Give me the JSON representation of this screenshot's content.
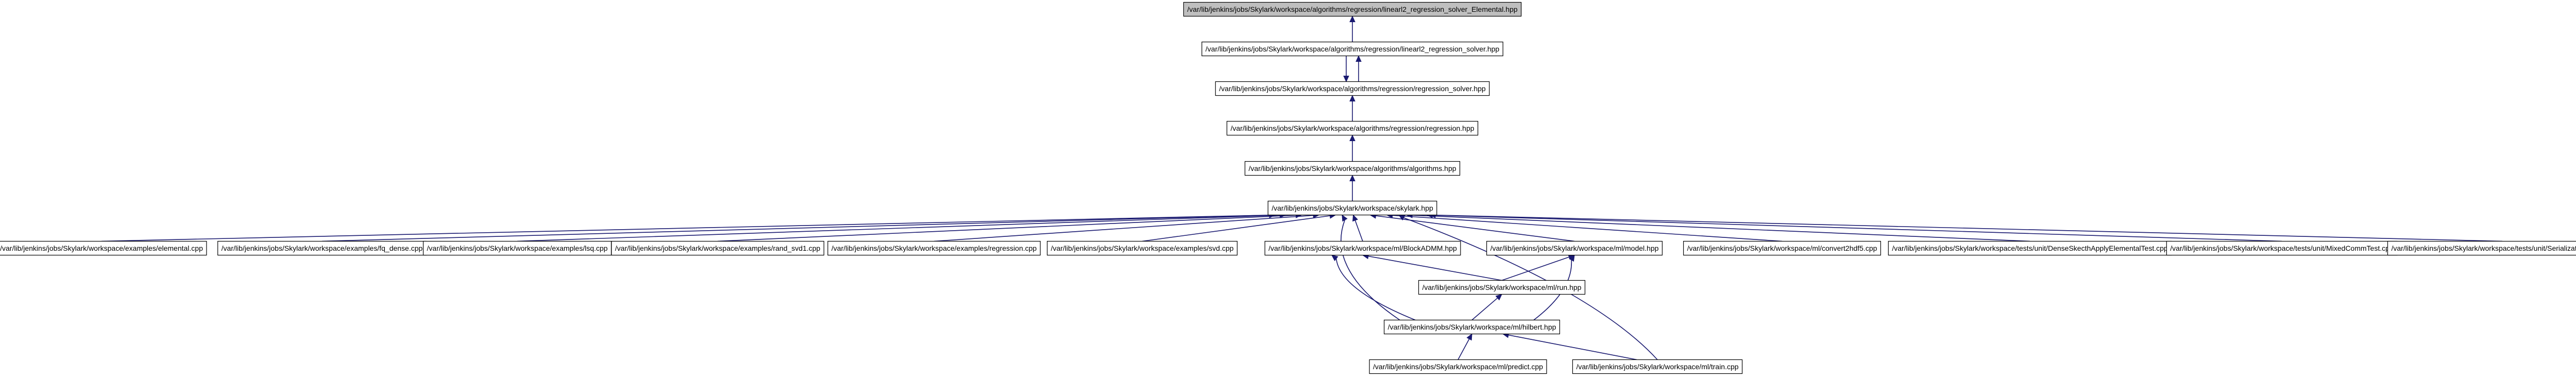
{
  "nodes": [
    {
      "id": "n_elemental_hpp",
      "label": "/var/lib/jenkins/jobs/Skylark/workspace/algorithms/regression/linearl2_regression_solver_Elemental.hpp",
      "root": true
    },
    {
      "id": "n_linearl2",
      "label": "/var/lib/jenkins/jobs/Skylark/workspace/algorithms/regression/linearl2_regression_solver.hpp"
    },
    {
      "id": "n_regsolver",
      "label": "/var/lib/jenkins/jobs/Skylark/workspace/algorithms/regression/regression_solver.hpp"
    },
    {
      "id": "n_regression",
      "label": "/var/lib/jenkins/jobs/Skylark/workspace/algorithms/regression/regression.hpp"
    },
    {
      "id": "n_algorithms",
      "label": "/var/lib/jenkins/jobs/Skylark/workspace/algorithms/algorithms.hpp"
    },
    {
      "id": "n_skylark",
      "label": "/var/lib/jenkins/jobs/Skylark/workspace/skylark.hpp"
    },
    {
      "id": "n_ex_elemental",
      "label": "/var/lib/jenkins/jobs/Skylark/workspace/examples/elemental.cpp"
    },
    {
      "id": "n_ex_fq_dense",
      "label": "/var/lib/jenkins/jobs/Skylark/workspace/examples/fq_dense.cpp"
    },
    {
      "id": "n_ex_lsq",
      "label": "/var/lib/jenkins/jobs/Skylark/workspace/examples/lsq.cpp"
    },
    {
      "id": "n_ex_rand_svd",
      "label": "/var/lib/jenkins/jobs/Skylark/workspace/examples/rand_svd1.cpp"
    },
    {
      "id": "n_ex_regression",
      "label": "/var/lib/jenkins/jobs/Skylark/workspace/examples/regression.cpp"
    },
    {
      "id": "n_ex_svd",
      "label": "/var/lib/jenkins/jobs/Skylark/workspace/examples/svd.cpp"
    },
    {
      "id": "n_ml_blockadmm",
      "label": "/var/lib/jenkins/jobs/Skylark/workspace/ml/BlockADMM.hpp"
    },
    {
      "id": "n_ml_model",
      "label": "/var/lib/jenkins/jobs/Skylark/workspace/ml/model.hpp"
    },
    {
      "id": "n_ml_convert",
      "label": "/var/lib/jenkins/jobs/Skylark/workspace/ml/convert2hdf5.cpp"
    },
    {
      "id": "n_tests_dense",
      "label": "/var/lib/jenkins/jobs/Skylark/workspace/tests/unit/DenseSkecthApplyElementalTest.cpp"
    },
    {
      "id": "n_tests_mixed",
      "label": "/var/lib/jenkins/jobs/Skylark/workspace/tests/unit/MixedCommTest.cpp"
    },
    {
      "id": "n_tests_serial",
      "label": "/var/lib/jenkins/jobs/Skylark/workspace/tests/unit/SerializationTest.cpp"
    },
    {
      "id": "n_ml_run",
      "label": "/var/lib/jenkins/jobs/Skylark/workspace/ml/run.hpp"
    },
    {
      "id": "n_ml_hilbert",
      "label": "/var/lib/jenkins/jobs/Skylark/workspace/ml/hilbert.hpp"
    },
    {
      "id": "n_ml_predict",
      "label": "/var/lib/jenkins/jobs/Skylark/workspace/ml/predict.cpp"
    },
    {
      "id": "n_ml_train",
      "label": "/var/lib/jenkins/jobs/Skylark/workspace/ml/train.cpp"
    }
  ],
  "edges": [
    {
      "from": "n_linearl2",
      "to": "n_elemental_hpp"
    },
    {
      "from": "n_regsolver",
      "to": "n_linearl2"
    },
    {
      "from": "n_linearl2",
      "to": "n_regsolver"
    },
    {
      "from": "n_regression",
      "to": "n_regsolver"
    },
    {
      "from": "n_algorithms",
      "to": "n_regression"
    },
    {
      "from": "n_skylark",
      "to": "n_algorithms"
    },
    {
      "from": "n_ex_elemental",
      "to": "n_skylark"
    },
    {
      "from": "n_ex_fq_dense",
      "to": "n_skylark"
    },
    {
      "from": "n_ex_lsq",
      "to": "n_skylark"
    },
    {
      "from": "n_ex_rand_svd",
      "to": "n_skylark"
    },
    {
      "from": "n_ex_regression",
      "to": "n_skylark"
    },
    {
      "from": "n_ex_svd",
      "to": "n_skylark"
    },
    {
      "from": "n_ml_blockadmm",
      "to": "n_skylark"
    },
    {
      "from": "n_ml_model",
      "to": "n_skylark"
    },
    {
      "from": "n_ml_convert",
      "to": "n_skylark"
    },
    {
      "from": "n_tests_dense",
      "to": "n_skylark"
    },
    {
      "from": "n_tests_mixed",
      "to": "n_skylark"
    },
    {
      "from": "n_tests_serial",
      "to": "n_skylark"
    },
    {
      "from": "n_ml_hilbert",
      "to": "n_skylark"
    },
    {
      "from": "n_ml_train",
      "to": "n_skylark"
    },
    {
      "from": "n_ml_run",
      "to": "n_ml_blockadmm"
    },
    {
      "from": "n_ml_run",
      "to": "n_ml_model"
    },
    {
      "from": "n_ml_hilbert",
      "to": "n_ml_blockadmm"
    },
    {
      "from": "n_ml_hilbert",
      "to": "n_ml_model"
    },
    {
      "from": "n_ml_hilbert",
      "to": "n_ml_run"
    },
    {
      "from": "n_ml_predict",
      "to": "n_ml_hilbert"
    },
    {
      "from": "n_ml_train",
      "to": "n_ml_hilbert"
    }
  ],
  "colors": {
    "edge": "#191970",
    "root_fill": "#bfbfbf",
    "node_fill": "#ffffff",
    "border": "#000000"
  }
}
